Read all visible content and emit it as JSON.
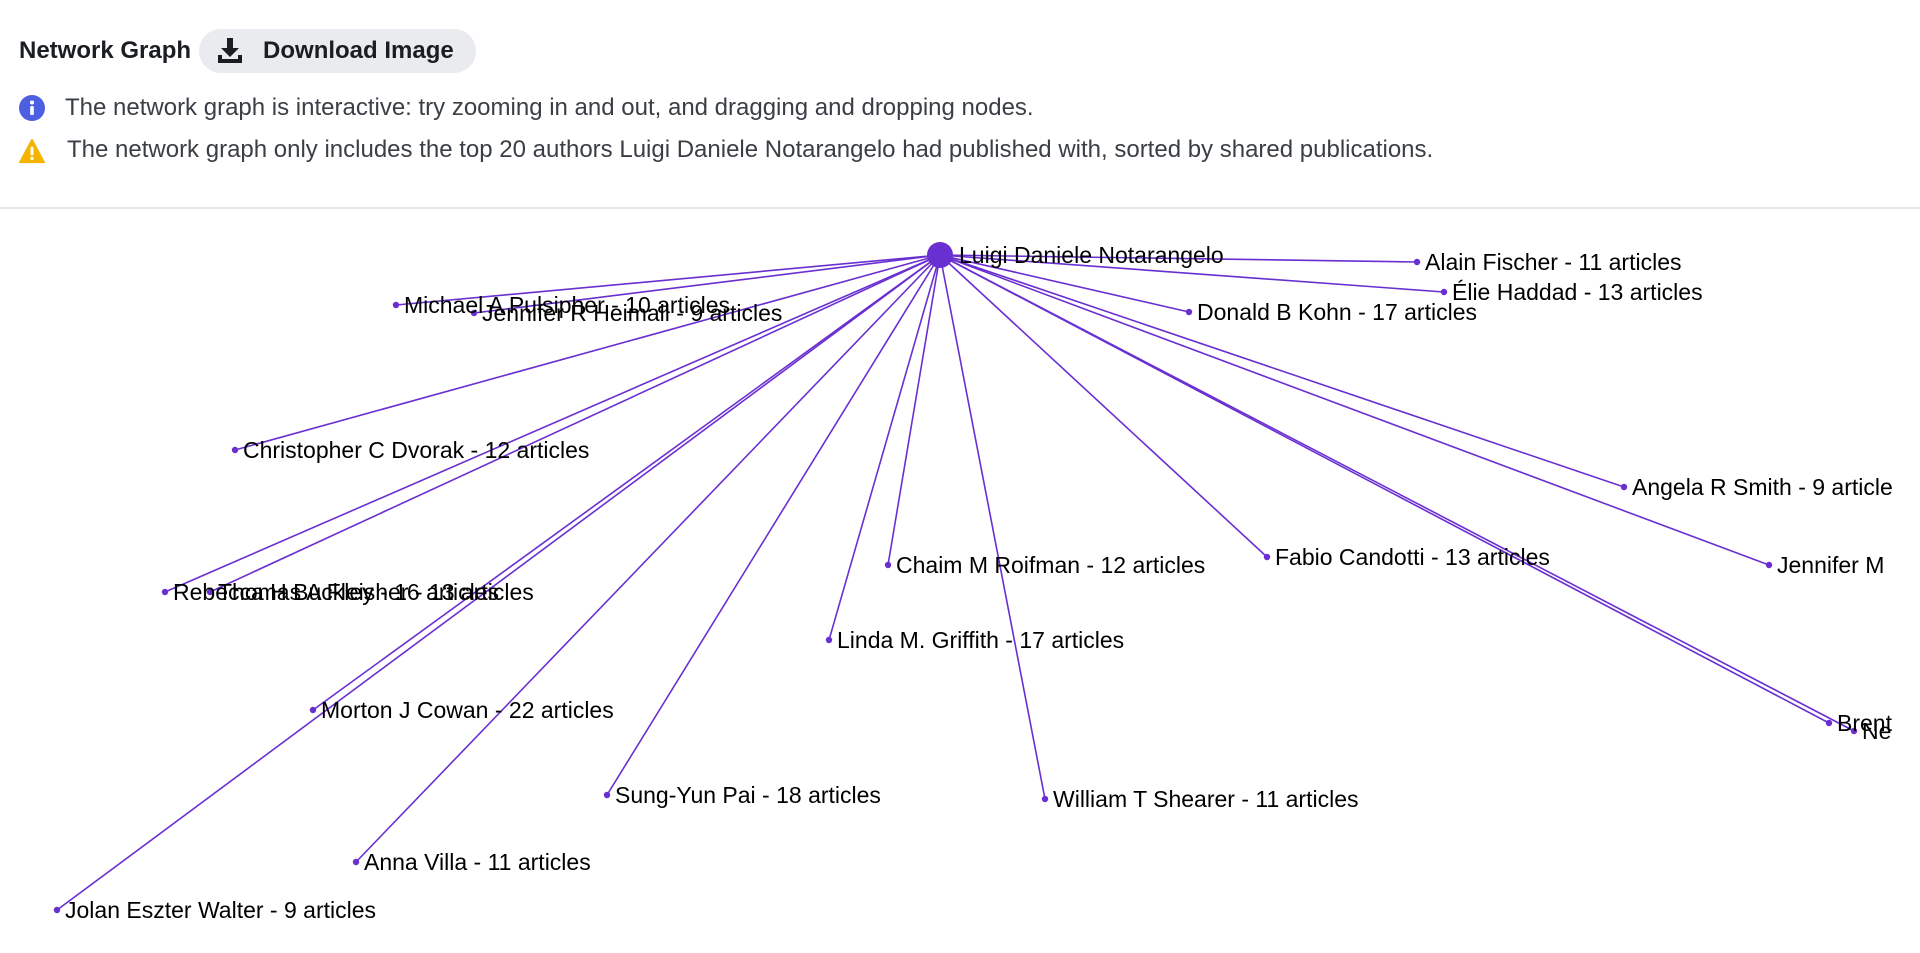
{
  "header": {
    "title": "Network Graph",
    "download_label": "Download Image"
  },
  "notices": {
    "info": "The network graph is interactive: try zooming in and out, and dragging and dropping nodes.",
    "warning": "The network graph only includes the top 20 authors Luigi Daniele Notarangelo had published with, sorted by shared publications."
  },
  "colors": {
    "edge": "#6a2fd1",
    "node": "#6a2fd1",
    "info_icon": "#4b5fe0",
    "warning_icon": "#f5b400"
  },
  "icons": {
    "download": "download-icon",
    "info": "info-icon",
    "warning": "warning-icon"
  },
  "graph": {
    "center": {
      "label": "Luigi Daniele Notarangelo"
    },
    "nodes": [
      {
        "id": "alain",
        "label": "Alain Fischer - 11 articles"
      },
      {
        "id": "elie",
        "label": "Élie Haddad - 13 articles"
      },
      {
        "id": "donald",
        "label": "Donald B Kohn - 17 articles"
      },
      {
        "id": "michael",
        "label": "Michael A Pulsipher - 10 articles"
      },
      {
        "id": "jennifer-h",
        "label": "Jennifer R Heimall - 9 articles"
      },
      {
        "id": "christopher",
        "label": "Christopher C Dvorak - 12 articles"
      },
      {
        "id": "angela",
        "label": "Angela R Smith - 9 articles"
      },
      {
        "id": "jennifer-m",
        "label": "Jennifer M"
      },
      {
        "id": "rebecca",
        "label": "Rebecca H Buckley - 16 articles"
      },
      {
        "id": "thomas",
        "label": "Thomas A Fleisher - 13 articles"
      },
      {
        "id": "chaim",
        "label": "Chaim M Roifman - 12 articles"
      },
      {
        "id": "fabio",
        "label": "Fabio Candotti - 13 articles"
      },
      {
        "id": "linda",
        "label": "Linda M. Griffith - 17 articles"
      },
      {
        "id": "morton",
        "label": "Morton J Cowan - 22 articles"
      },
      {
        "id": "brent",
        "label": "Brent"
      },
      {
        "id": "ne",
        "label": "Ne"
      },
      {
        "id": "sungyun",
        "label": "Sung-Yun Pai - 18 articles"
      },
      {
        "id": "william",
        "label": "William T Shearer - 11 articles"
      },
      {
        "id": "anna",
        "label": "Anna Villa - 11 articles"
      },
      {
        "id": "jolan",
        "label": "Jolan Eszter Walter - 9 articles"
      }
    ]
  }
}
